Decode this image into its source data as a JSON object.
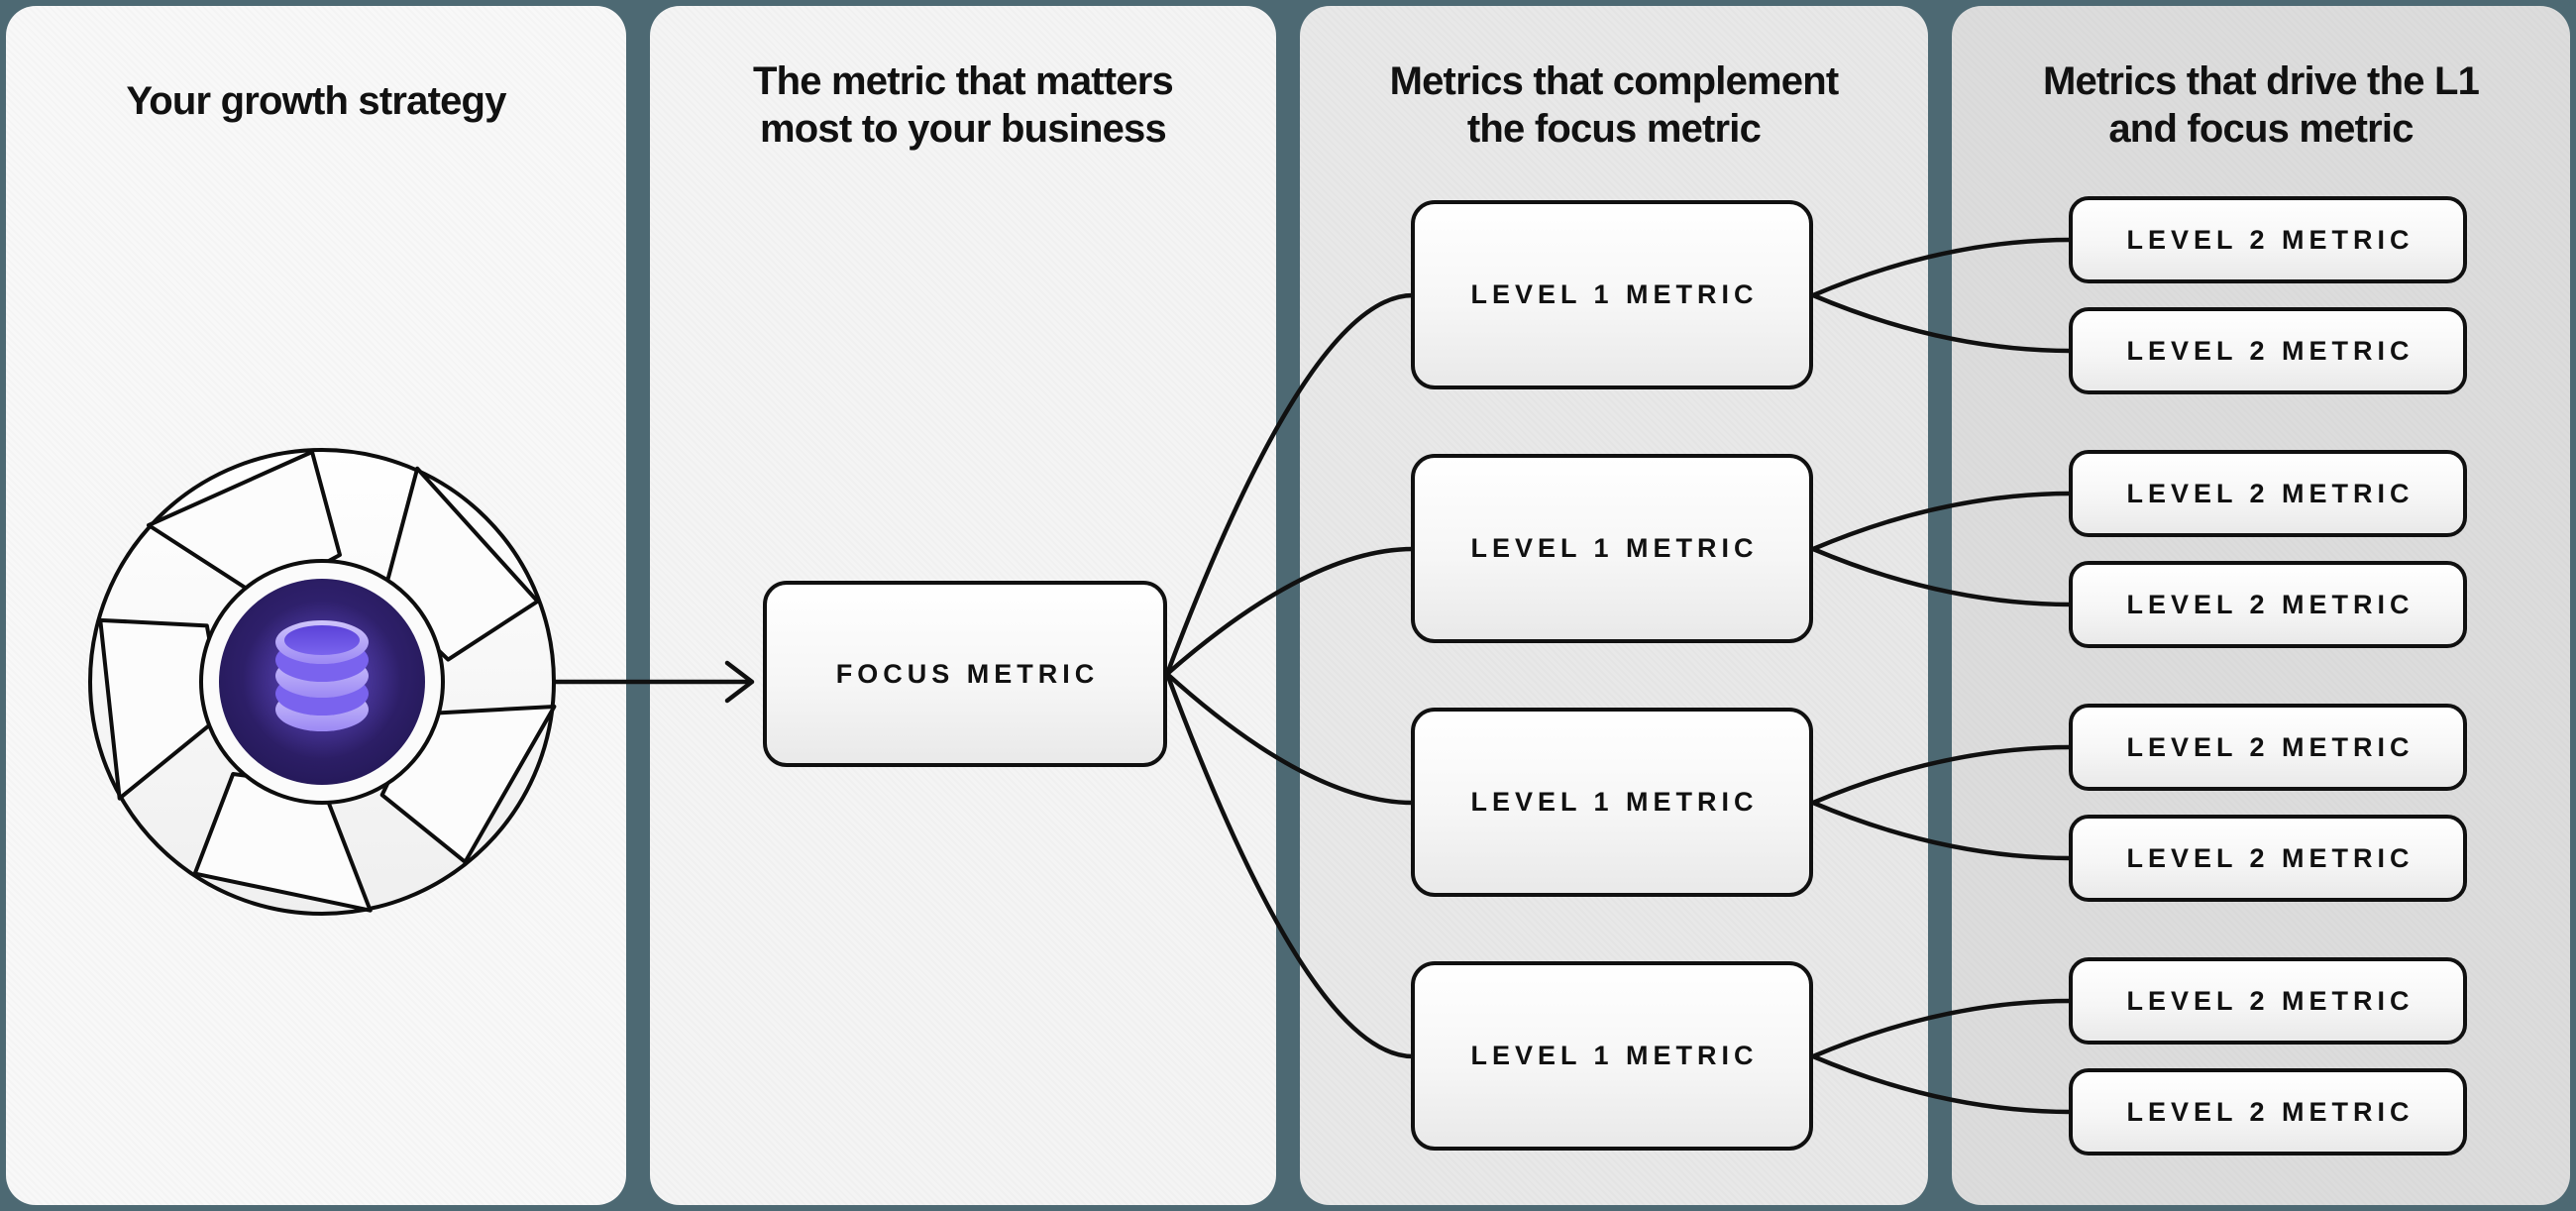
{
  "colors": {
    "canvas-bg": "#4d6973",
    "panel1-bg": "#f8f8f8",
    "panel2-bg": "#f4f4f4",
    "panel3-bg": "#e8e8e8",
    "panel4-bg": "#dcdcdc",
    "line": "#101010",
    "text": "#111111",
    "db-purple-light": "#d0c6fb",
    "db-purple-mid": "#8d76f1",
    "db-purple-dark": "#6e57e9",
    "disc-indigo": "#2c1e66"
  },
  "columns": [
    {
      "title": "Your growth strategy"
    },
    {
      "title": "The metric that matters\nmost to your business"
    },
    {
      "title": "Metrics that complement\nthe focus metric"
    },
    {
      "title": "Metrics that drive the L1\nand focus metric"
    }
  ],
  "focus_box": {
    "label": "FOCUS METRIC"
  },
  "l1_boxes": [
    {
      "label": "LEVEL 1 METRIC"
    },
    {
      "label": "LEVEL 1 METRIC"
    },
    {
      "label": "LEVEL 1 METRIC"
    },
    {
      "label": "LEVEL 1 METRIC"
    }
  ],
  "l2_boxes": [
    {
      "label": "LEVEL 2 METRIC"
    },
    {
      "label": "LEVEL 2 METRIC"
    },
    {
      "label": "LEVEL 2 METRIC"
    },
    {
      "label": "LEVEL 2 METRIC"
    },
    {
      "label": "LEVEL 2 METRIC"
    },
    {
      "label": "LEVEL 2 METRIC"
    },
    {
      "label": "LEVEL 2 METRIC"
    },
    {
      "label": "LEVEL 2 METRIC"
    }
  ],
  "icons": {
    "flywheel": "flywheel-icon",
    "database": "database-icon",
    "arrow": "arrow-right-icon"
  }
}
